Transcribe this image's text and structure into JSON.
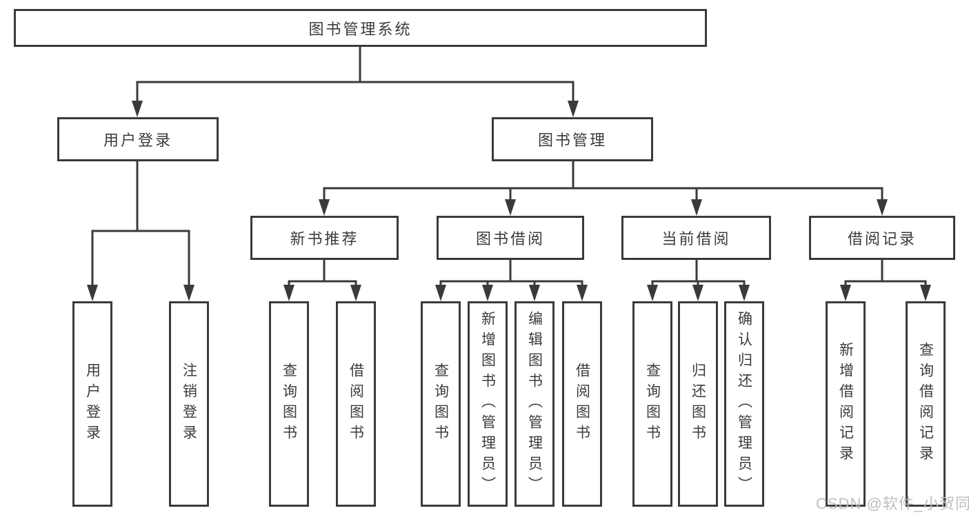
{
  "diagram": {
    "root": "图书管理系统",
    "branches": {
      "user_login": {
        "label": "用户登录",
        "children": [
          "用户登录",
          "注销登录"
        ]
      },
      "book_management": {
        "label": "图书管理",
        "sections": [
          {
            "label": "新书推荐",
            "children": [
              "查询图书",
              "借阅图书"
            ]
          },
          {
            "label": "图书借阅",
            "children": [
              "查询图书",
              "新增图书（管理员）",
              "编辑图书（管理员）",
              "借阅图书"
            ]
          },
          {
            "label": "当前借阅",
            "children": [
              "查询图书",
              "归还图书",
              "确认归还（管理员）"
            ]
          },
          {
            "label": "借阅记录",
            "children": [
              "新增借阅记录",
              "查询借阅记录"
            ]
          }
        ]
      }
    }
  },
  "watermark": "CSDN @软件_小贺同学",
  "colors": {
    "line": "#3a3a3a",
    "box_border": "#3a3a3a",
    "text": "#3b3b3b",
    "watermark": "#bababa",
    "background": "#ffffff"
  }
}
